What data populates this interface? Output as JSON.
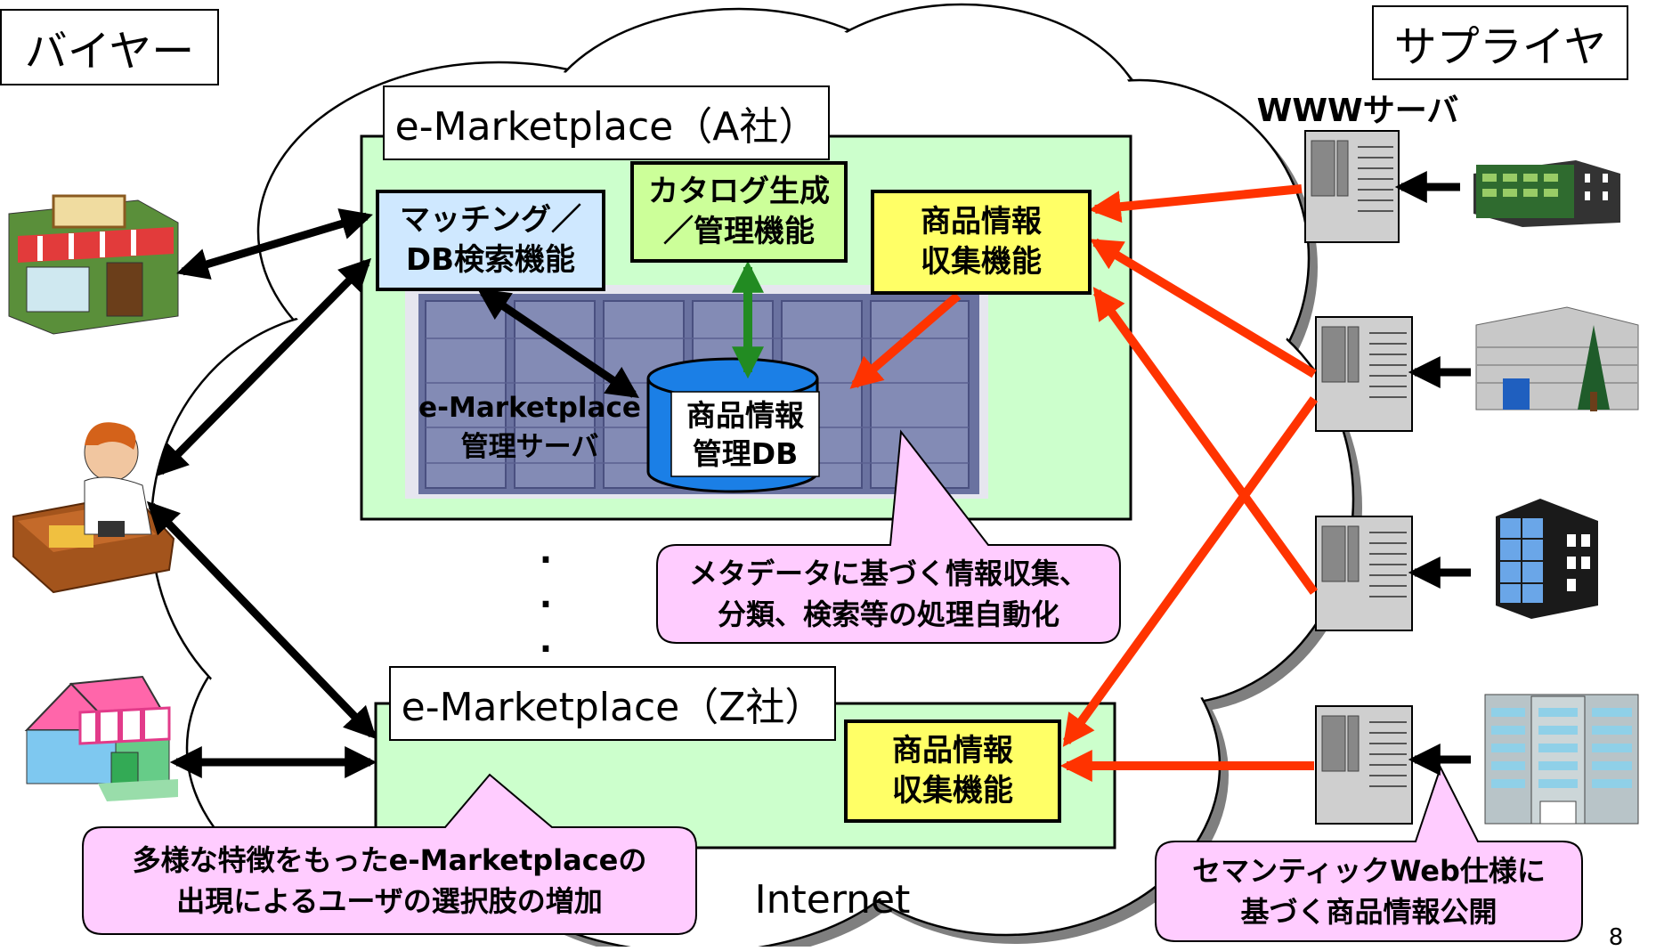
{
  "labels": {
    "buyer": "バイヤー",
    "supplier": "サプライヤ",
    "www_server": "WWWサーバ",
    "internet": "Internet",
    "page_number": "8"
  },
  "marketplace_a": {
    "title": "e-Marketplace（A社）",
    "matching": [
      "マッチング／",
      "DB検索機能"
    ],
    "catalog": [
      "カタログ生成",
      "／管理機能"
    ],
    "collect": [
      "商品情報",
      "収集機能"
    ],
    "server": [
      "e-Marketplace",
      "管理サーバ"
    ],
    "db": [
      "商品情報",
      "管理DB"
    ]
  },
  "marketplace_z": {
    "title": "e-Marketplace（Z社）",
    "collect": [
      "商品情報",
      "収集機能"
    ]
  },
  "callouts": {
    "metadata": [
      "メタデータに基づく情報収集、",
      "分類、検索等の処理自動化"
    ],
    "diverse": [
      "多様な特徴をもったe-Marketplaceの",
      "出現によるユーザの選択肢の増加"
    ],
    "semantic": [
      "セマンティックWeb仕様に",
      "基づく商品情報公開"
    ]
  },
  "colors": {
    "panel_fill": "#ccffcc",
    "matching_fill": "#cfe8ff",
    "catalog_fill": "#ccff99",
    "collect_fill": "#ffff66",
    "db_fill": "#1b7fe6",
    "callout_fill": "#ffccff",
    "red_arrow": "#ff3300",
    "green_arrow": "#228b22"
  },
  "icons": [
    "shop-icon",
    "operator-at-desk-icon",
    "house-store-icon",
    "building-icon",
    "server-icon",
    "database-icon",
    "cloud-icon"
  ]
}
